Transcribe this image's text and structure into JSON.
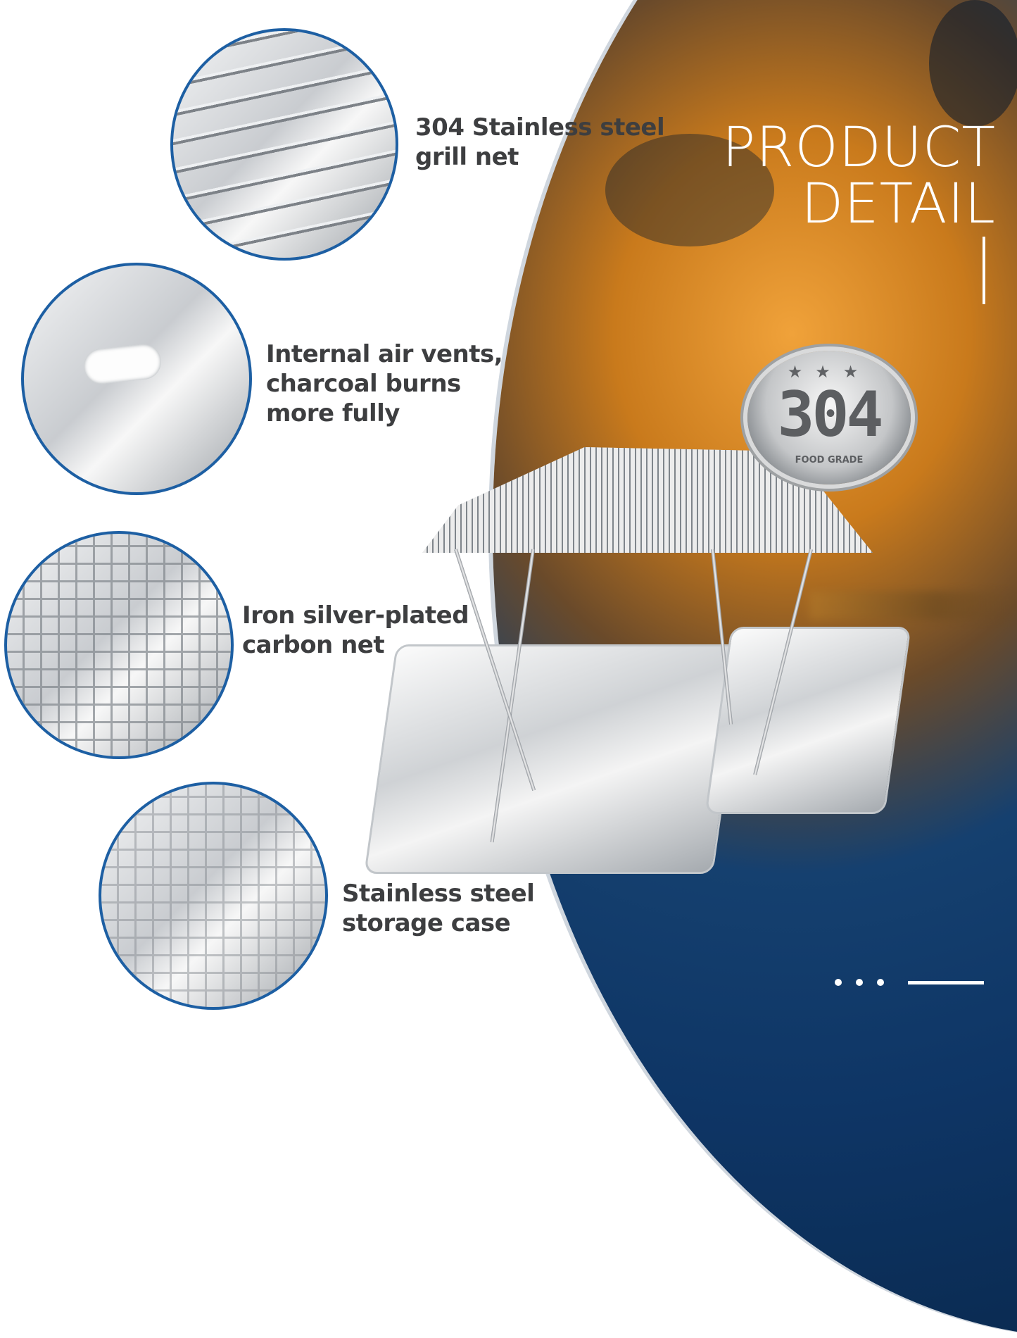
{
  "header": {
    "title_line1": "PRODUCT",
    "title_line2": "DETAIL"
  },
  "features": [
    {
      "id": "grill-net",
      "line1": "304 Stainless steel",
      "line2": "grill net",
      "line3": ""
    },
    {
      "id": "air-vents",
      "line1": "Internal air vents,",
      "line2": "charcoal burns",
      "line3": "more fully"
    },
    {
      "id": "carbon-net",
      "line1": "Iron silver-plated",
      "line2": "carbon net",
      "line3": ""
    },
    {
      "id": "storage-case",
      "line1": "Stainless steel",
      "line2": "storage case",
      "line3": ""
    }
  ],
  "badge": {
    "stars": "★★★",
    "number": "304",
    "subtitle": "FOOD GRADE"
  },
  "pagination": {
    "dots": 3,
    "active": "dash"
  },
  "colors": {
    "accent_blue": "#1d5fa3",
    "night_blue": "#0e3565",
    "tent_orange": "#e0922e",
    "text_gray": "#3d3e40",
    "white": "#ffffff"
  }
}
